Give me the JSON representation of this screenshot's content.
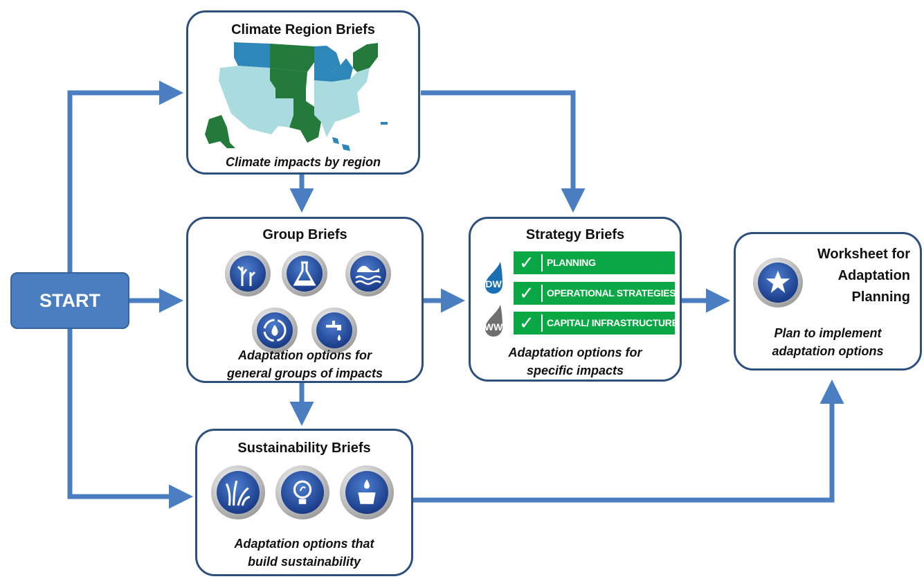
{
  "start": {
    "label": "START"
  },
  "climate_region": {
    "title": "Climate Region Briefs",
    "caption": "Climate impacts by region",
    "icon": "us-regions-map"
  },
  "group": {
    "title": "Group Briefs",
    "caption_lines": [
      "Adaptation options for",
      "general groups of impacts"
    ],
    "icons": [
      "plants-icon",
      "flask-icon",
      "waves-icon",
      "recycle-icon",
      "faucet-icon"
    ]
  },
  "strategy": {
    "title": "Strategy Briefs",
    "caption_lines": [
      "Adaptation options for",
      "specific impacts"
    ],
    "drops": [
      "DW",
      "WW"
    ],
    "rows": [
      "PLANNING",
      "OPERATIONAL STRATEGIES",
      "CAPITAL/ INFRASTRUCTURE"
    ],
    "check": "✓",
    "row_color": "#0aa844"
  },
  "sustainability": {
    "title": "Sustainability Briefs",
    "caption_lines": [
      "Adaptation options that",
      "build sustainability"
    ],
    "icons": [
      "grass-icon",
      "lightbulb-icon",
      "water-bucket-icon"
    ]
  },
  "worksheet": {
    "title_lines": [
      "Worksheet for",
      "Adaptation",
      "Planning"
    ],
    "caption_lines": [
      "Plan to implement",
      "adaptation options"
    ],
    "icon": "star-icon"
  },
  "colors": {
    "arrow": "#4a7ec0",
    "border": "#2e4f7d",
    "map_green": "#237a3a",
    "map_blue": "#2d87b9",
    "map_light": "#a9dbdf"
  }
}
